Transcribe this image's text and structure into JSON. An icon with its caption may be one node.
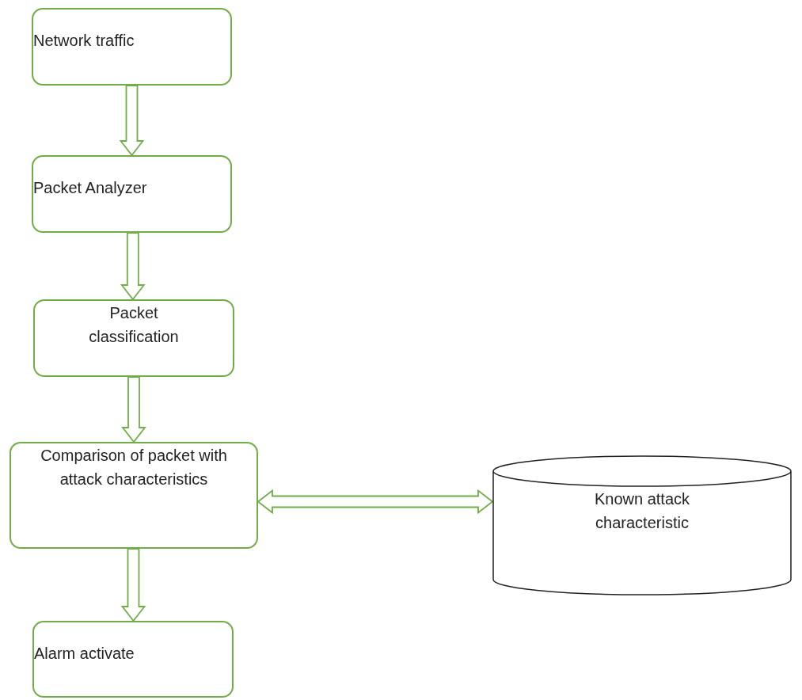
{
  "diagram": {
    "nodes": [
      {
        "text": [
          "Network traffic"
        ]
      },
      {
        "text": [
          "Packet Analyzer"
        ]
      },
      {
        "text": [
          "Packet classification"
        ]
      },
      {
        "text": [
          "Comparison of packet with attack characteristics"
        ]
      },
      {
        "text": [
          "Alarm activate"
        ]
      },
      {
        "text": [
          "Known attack characteristic"
        ]
      }
    ],
    "edges": [
      {
        "from": 0,
        "to": 1,
        "arrow": "to"
      },
      {
        "from": 1,
        "to": 2,
        "arrow": "to"
      },
      {
        "from": 2,
        "to": 3,
        "arrow": "to"
      },
      {
        "from": 3,
        "to": 4,
        "arrow": "to"
      },
      {
        "from": 3,
        "to": 5,
        "arrow": "both"
      }
    ]
  }
}
